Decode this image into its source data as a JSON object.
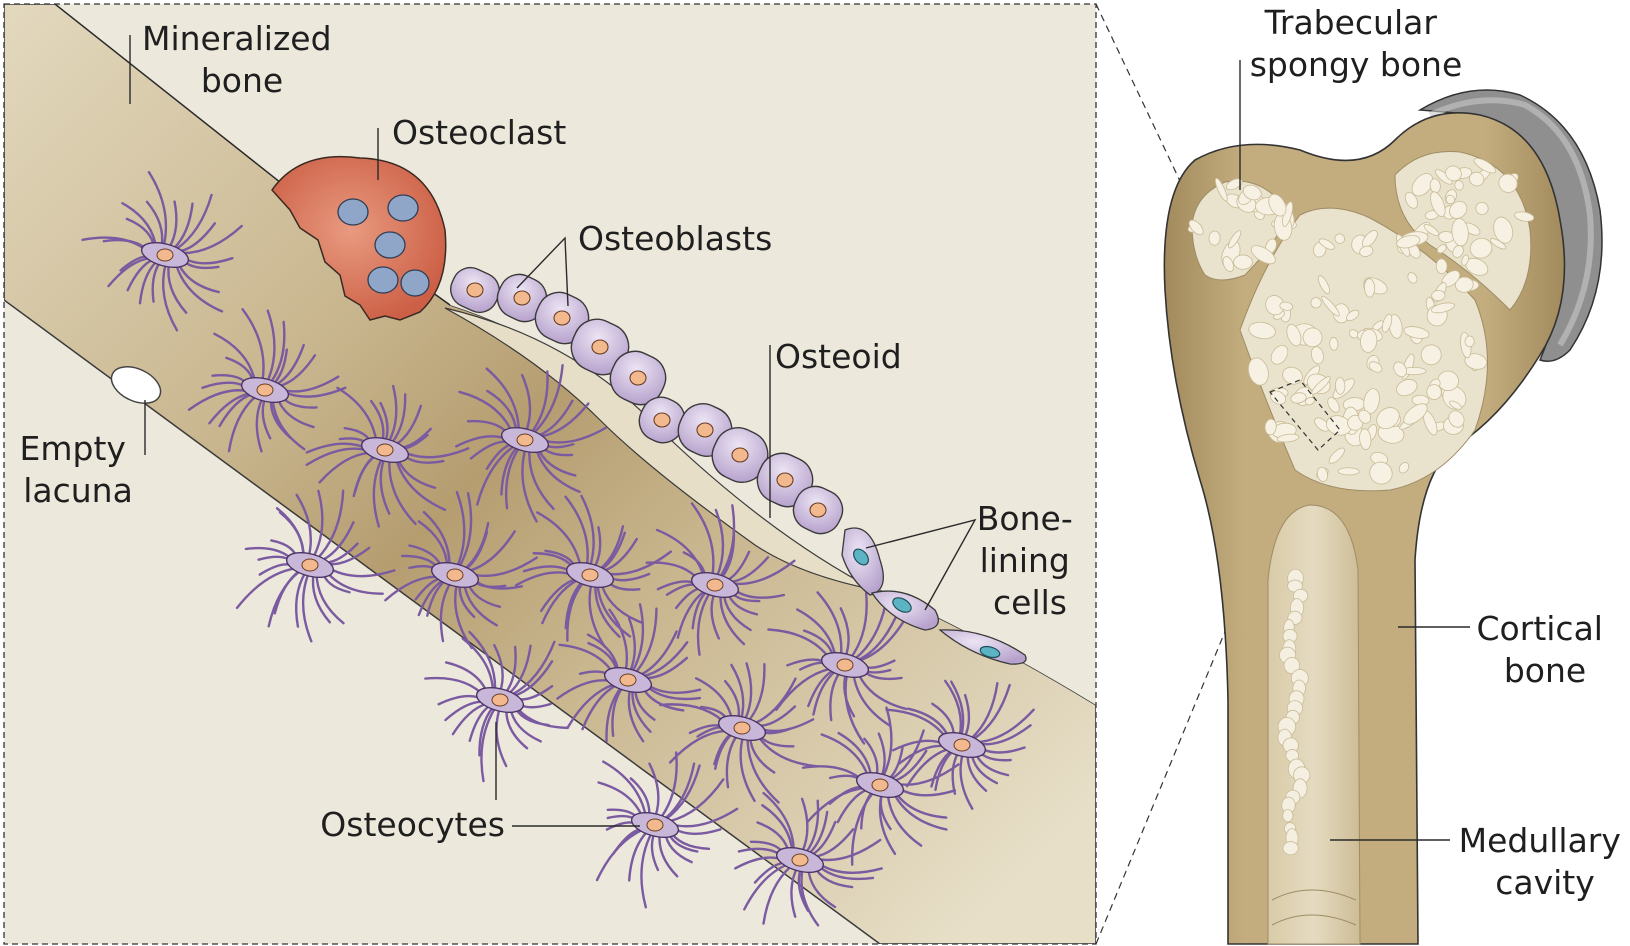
{
  "figure": {
    "labels": {
      "mineralized_bone": [
        "Mineralized",
        "bone"
      ],
      "osteoclast": [
        "Osteoclast"
      ],
      "osteoblasts": [
        "Osteoblasts"
      ],
      "osteoid": [
        "Osteoid"
      ],
      "empty_lacuna": [
        "Empty",
        "lacuna"
      ],
      "bone_lining_cells": [
        "Bone-",
        "lining",
        "cells"
      ],
      "osteocytes": [
        "Osteocytes"
      ],
      "trabecular_spongy_bone": [
        "Trabecular",
        "spongy bone"
      ],
      "cortical_bone": [
        "Cortical",
        "bone"
      ],
      "medullary_cavity": [
        "Medullary",
        "cavity"
      ]
    },
    "colors": {
      "background_panel": "#ede8dc",
      "mineralized_bone": "#c7b48e",
      "osteoid": "#e4dcc3",
      "osteoclast": "#d26f55",
      "nucleus_blue": "#8fa6c8",
      "osteoblast": "#c8b7d8",
      "osteoblast_nucleus": "#f2b88e",
      "osteocyte_process": "#7a5aa0",
      "lining_nucleus": "#5bb3c4",
      "cortical": "#b9a377",
      "spongy": "#e9e2cc",
      "cartilage": "#9a9a9a"
    }
  }
}
